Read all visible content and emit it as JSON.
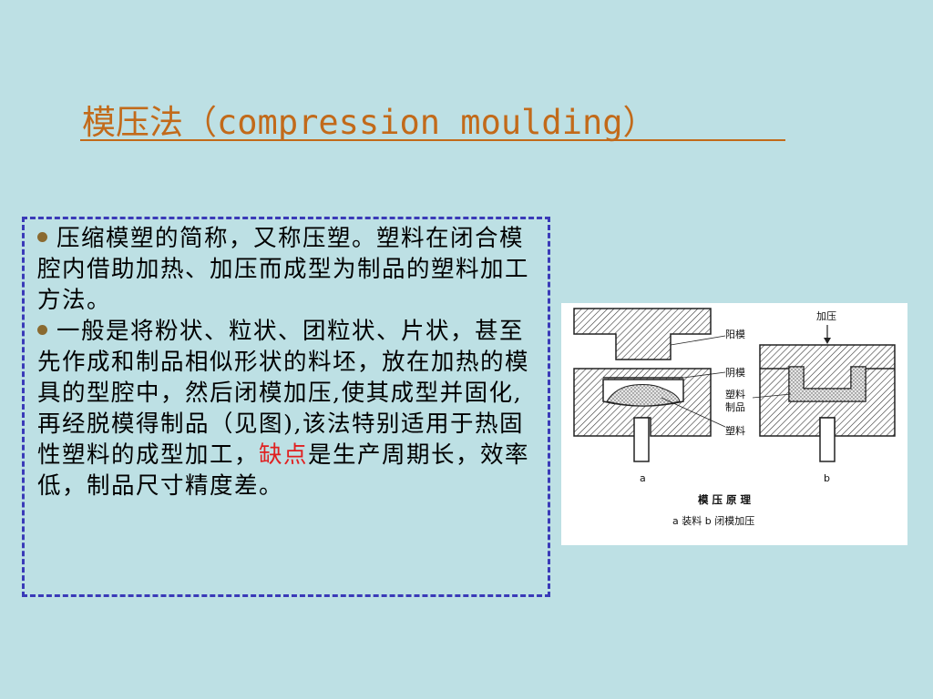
{
  "title": "模压法（compression moulding）",
  "bullets": [
    {
      "text": "压缩模塑的简称，又称压塑。塑料在闭合模腔内借助加热、加压而成型为制品的塑料加工方法。"
    },
    {
      "text_before": "一般是将粉状、粒状、团粒状、片状，甚至先作成和制品相似形状的料坯，放在加热的模具的型腔中，然后闭模加压,使其成型并固化,再经脱模得制品（见图),该法特别适用于热固性塑料的成型加工，",
      "highlight": "缺点",
      "text_after": "是生产周期长，效率低，制品尺寸精度差。"
    }
  ],
  "figure": {
    "label_upper_mold": "阳模",
    "label_lower_mold": "阴模",
    "label_product": "塑料制品",
    "label_product_line1": "塑料",
    "label_product_line2": "制品",
    "label_plastic": "塑料",
    "label_pressure": "加压",
    "label_a": "a",
    "label_b": "b",
    "caption_title": "模 压 原 理",
    "caption_sub": "a 装料   b 闭模加压"
  },
  "colors": {
    "background": "#bde0e4",
    "title": "#c26a1a",
    "border": "#3a3ab8",
    "highlight": "#e02020"
  }
}
